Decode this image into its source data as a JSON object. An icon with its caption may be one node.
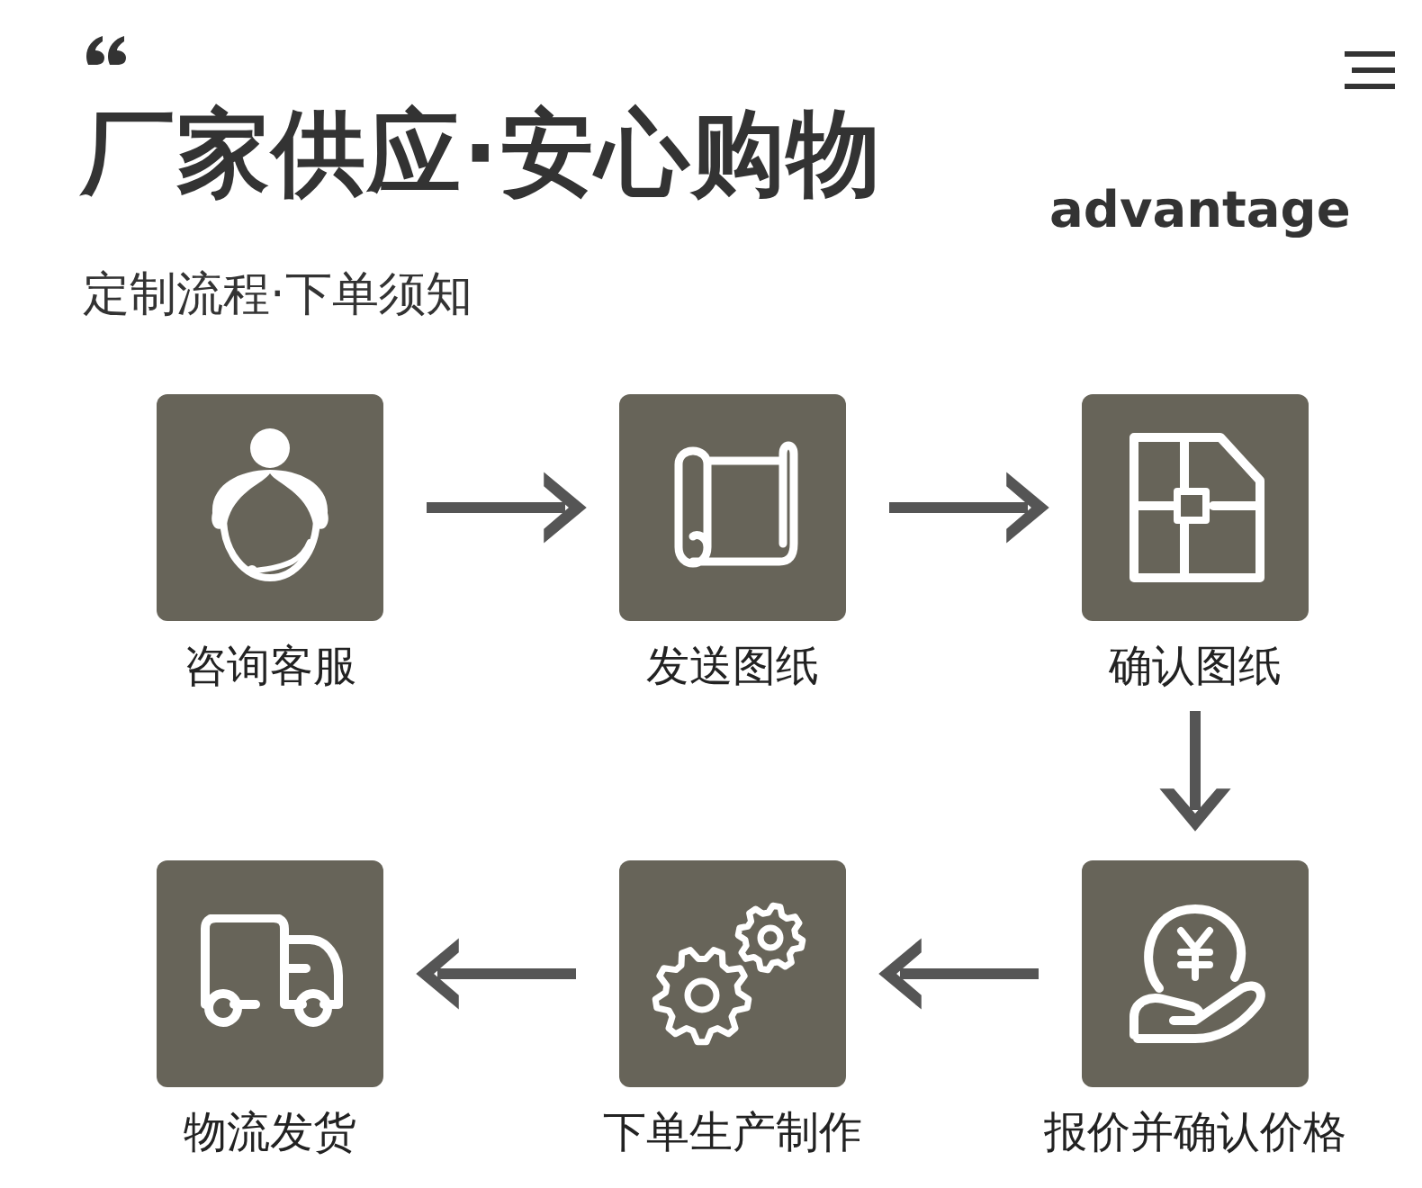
{
  "diagram": {
    "title": "厂家供应·安心购物",
    "nodes": [
      {
        "text": [
          "咨询客服"
        ]
      },
      {
        "text": [
          "发送图纸"
        ]
      },
      {
        "text": [
          "确认图纸"
        ]
      },
      {
        "text": [
          "物流发货"
        ]
      },
      {
        "text": [
          "下单生产制作"
        ]
      },
      {
        "text": [
          "报价并确认价格"
        ]
      }
    ],
    "edges": [
      {
        "from": 0,
        "to": 1,
        "arrow": "to"
      },
      {
        "from": 1,
        "to": 2,
        "arrow": "to"
      },
      {
        "from": 2,
        "to": 5,
        "arrow": "to"
      },
      {
        "from": 5,
        "to": 4,
        "arrow": "to"
      },
      {
        "from": 4,
        "to": 3,
        "arrow": "to"
      }
    ],
    "labels": [
      "advantage",
      "定制流程·下单须知"
    ]
  }
}
